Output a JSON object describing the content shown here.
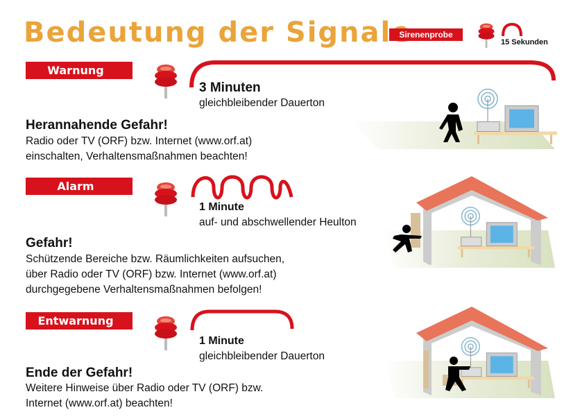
{
  "title": "Bedeutung der Signale",
  "test": {
    "label": "Sirenenprobe",
    "duration": "15 Sekunden"
  },
  "signals": [
    {
      "label": "Warnung",
      "duration": "3 Minuten",
      "tone": "gleichbleibender Dauerton",
      "heading": "Herannahende Gefahr!",
      "lines": [
        "Radio oder TV (ORF) bzw. Internet (www.orf.at)",
        "einschalten, Verhaltensmaßnahmen beachten!"
      ]
    },
    {
      "label": "Alarm",
      "duration": "1 Minute",
      "tone": "auf- und abschwellender Heulton",
      "heading": "Gefahr!",
      "lines": [
        "Schützende Bereiche bzw. Räumlichkeiten aufsuchen,",
        "über Radio oder TV (ORF) bzw. Internet (www.orf.at)",
        "durchgegebene Verhaltensmaßnahmen befolgen!"
      ]
    },
    {
      "label": "Entwarnung",
      "duration": "1 Minute",
      "tone": "gleichbleibender Dauerton",
      "heading": "Ende der Gefahr!",
      "lines": [
        "Weitere Hinweise über Radio oder TV (ORF) bzw.",
        "Internet (www.orf.at) beachten!"
      ]
    }
  ],
  "colors": {
    "red": "#d7121c",
    "orange": "#e9a43b",
    "roof": "#e8745a"
  }
}
